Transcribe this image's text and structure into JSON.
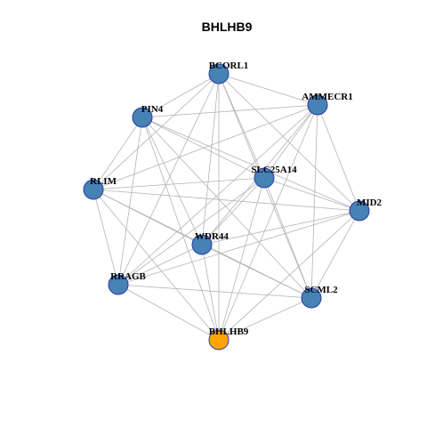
{
  "title": "BHLHB9",
  "colors": {
    "node_default": "#4682b4",
    "node_highlight": "#ffa500",
    "node_border": "#2b3aa8",
    "edge": "#b4b4b4"
  },
  "nodes": [
    {
      "id": "BCORL1",
      "label": "BCORL1",
      "highlight": false
    },
    {
      "id": "AMMECR1",
      "label": "AMMECR1",
      "highlight": false
    },
    {
      "id": "PIN4",
      "label": "PIN4",
      "highlight": false
    },
    {
      "id": "SLC25A14",
      "label": "SLC25A14",
      "highlight": false
    },
    {
      "id": "RLIM",
      "label": "RLIM",
      "highlight": false
    },
    {
      "id": "MID2",
      "label": "MID2",
      "highlight": false
    },
    {
      "id": "WDR44",
      "label": "WDR44",
      "highlight": false
    },
    {
      "id": "RRAGB",
      "label": "RRAGB",
      "highlight": false
    },
    {
      "id": "SCML2",
      "label": "SCML2",
      "highlight": false
    },
    {
      "id": "BHLHB9",
      "label": "BHLHB9",
      "highlight": true
    }
  ],
  "edges": [
    [
      "BCORL1",
      "PIN4"
    ],
    [
      "BCORL1",
      "AMMECR1"
    ],
    [
      "BCORL1",
      "RLIM"
    ],
    [
      "BCORL1",
      "SLC25A14"
    ],
    [
      "BCORL1",
      "MID2"
    ],
    [
      "BCORL1",
      "WDR44"
    ],
    [
      "BCORL1",
      "RRAGB"
    ],
    [
      "BCORL1",
      "SCML2"
    ],
    [
      "BCORL1",
      "BHLHB9"
    ],
    [
      "AMMECR1",
      "PIN4"
    ],
    [
      "AMMECR1",
      "RLIM"
    ],
    [
      "AMMECR1",
      "SLC25A14"
    ],
    [
      "AMMECR1",
      "MID2"
    ],
    [
      "AMMECR1",
      "WDR44"
    ],
    [
      "AMMECR1",
      "RRAGB"
    ],
    [
      "AMMECR1",
      "SCML2"
    ],
    [
      "AMMECR1",
      "BHLHB9"
    ],
    [
      "PIN4",
      "RLIM"
    ],
    [
      "PIN4",
      "SLC25A14"
    ],
    [
      "PIN4",
      "MID2"
    ],
    [
      "PIN4",
      "WDR44"
    ],
    [
      "PIN4",
      "RRAGB"
    ],
    [
      "PIN4",
      "SCML2"
    ],
    [
      "PIN4",
      "BHLHB9"
    ],
    [
      "SLC25A14",
      "RLIM"
    ],
    [
      "SLC25A14",
      "MID2"
    ],
    [
      "SLC25A14",
      "WDR44"
    ],
    [
      "SLC25A14",
      "RRAGB"
    ],
    [
      "SLC25A14",
      "SCML2"
    ],
    [
      "SLC25A14",
      "BHLHB9"
    ],
    [
      "RLIM",
      "MID2"
    ],
    [
      "RLIM",
      "WDR44"
    ],
    [
      "RLIM",
      "RRAGB"
    ],
    [
      "RLIM",
      "SCML2"
    ],
    [
      "RLIM",
      "BHLHB9"
    ],
    [
      "MID2",
      "WDR44"
    ],
    [
      "MID2",
      "RRAGB"
    ],
    [
      "MID2",
      "SCML2"
    ],
    [
      "MID2",
      "BHLHB9"
    ],
    [
      "WDR44",
      "RRAGB"
    ],
    [
      "WDR44",
      "SCML2"
    ],
    [
      "WDR44",
      "BHLHB9"
    ],
    [
      "RRAGB",
      "SCML2"
    ],
    [
      "RRAGB",
      "BHLHB9"
    ],
    [
      "SCML2",
      "BHLHB9"
    ]
  ]
}
